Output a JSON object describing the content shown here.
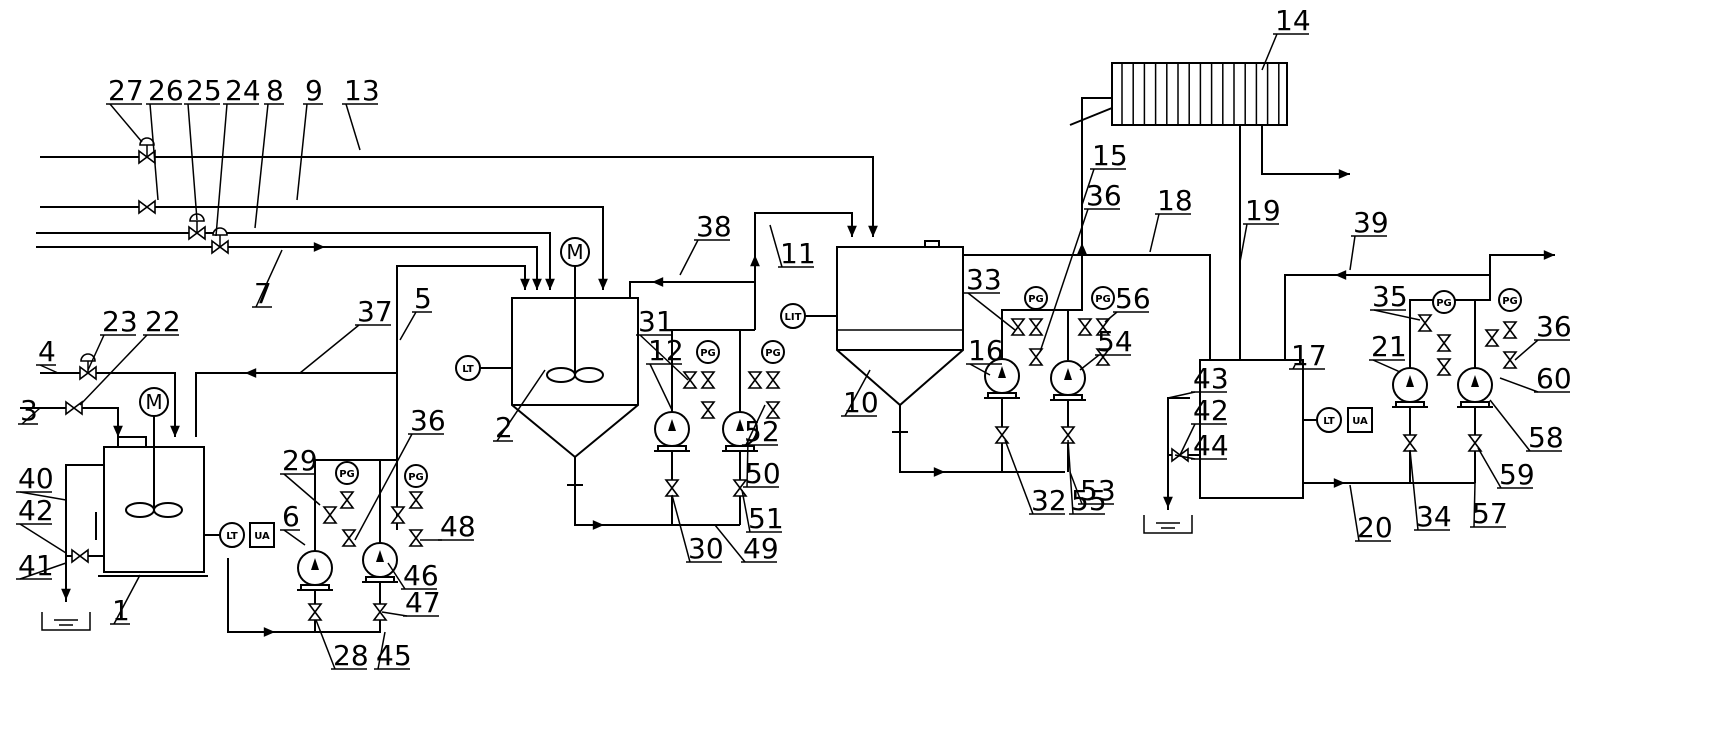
{
  "diagram": {
    "labels": [
      "27",
      "26",
      "25",
      "24",
      "8",
      "9",
      "13",
      "14",
      "15",
      "36",
      "18",
      "19",
      "39",
      "38",
      "11",
      "33",
      "56",
      "35",
      "36",
      "23",
      "22",
      "4",
      "3",
      "37",
      "5",
      "31",
      "12",
      "52",
      "50",
      "16",
      "54",
      "21",
      "60",
      "58",
      "40",
      "42",
      "41",
      "1",
      "29",
      "36",
      "48",
      "6",
      "46",
      "47",
      "28",
      "45",
      "30",
      "49",
      "51",
      "2",
      "10",
      "32",
      "55",
      "53",
      "43",
      "42",
      "44",
      "17",
      "34",
      "57",
      "59",
      "20",
      "7"
    ],
    "motor_symbol": "M",
    "level_tag": "LT",
    "level_tag_alt": "LIT",
    "alarm_tag": "UA",
    "pressure_tag": "PG"
  }
}
